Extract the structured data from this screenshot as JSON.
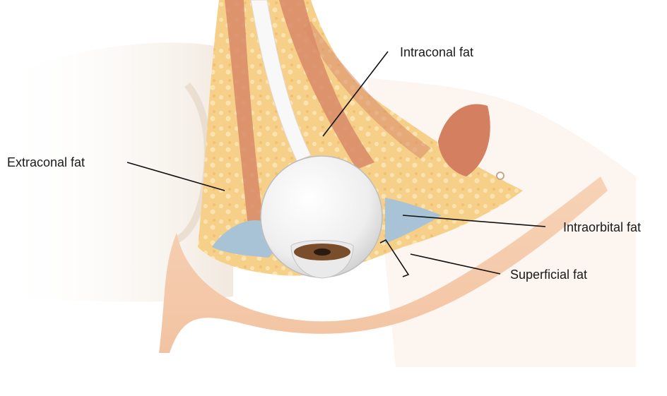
{
  "labels": {
    "intraconal": "Intraconal fat",
    "extraconal": "Extraconal fat",
    "intraorbital": "Intraorbital fat",
    "superficial": "Superficial fat"
  },
  "colors": {
    "fat": "#f6d089",
    "skin": "#f4c6a6",
    "muscle": "#d98a6a",
    "intraorbital_fat": "#a9c3d6",
    "bone": "#efe6da",
    "globe": "#f2f2f2",
    "iris": "#7a4e2a"
  }
}
